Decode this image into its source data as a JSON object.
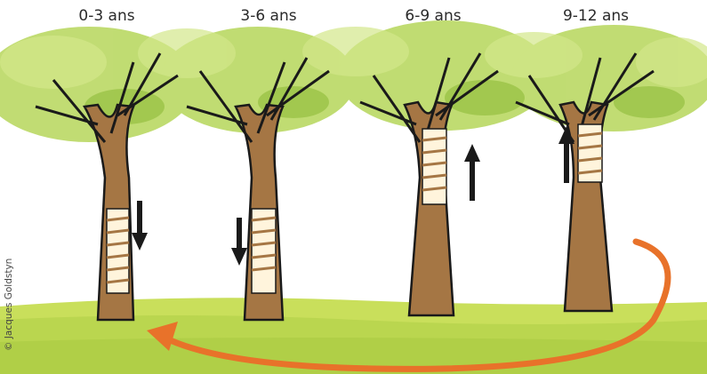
{
  "stages": [
    {
      "label": "0-3 ans",
      "arrow": "down"
    },
    {
      "label": "3-6 ans",
      "arrow": "down"
    },
    {
      "label": "6-9 ans",
      "arrow": "up"
    },
    {
      "label": "9-12 ans",
      "arrow": "up"
    }
  ],
  "credit": "© Jacques Goldstyn",
  "colors": {
    "foliage": "#a9cf4a",
    "trunk": "#a57644",
    "grass": "#c2dc52",
    "cycle_arrow": "#e8722a",
    "outline": "#1a1a1a"
  }
}
